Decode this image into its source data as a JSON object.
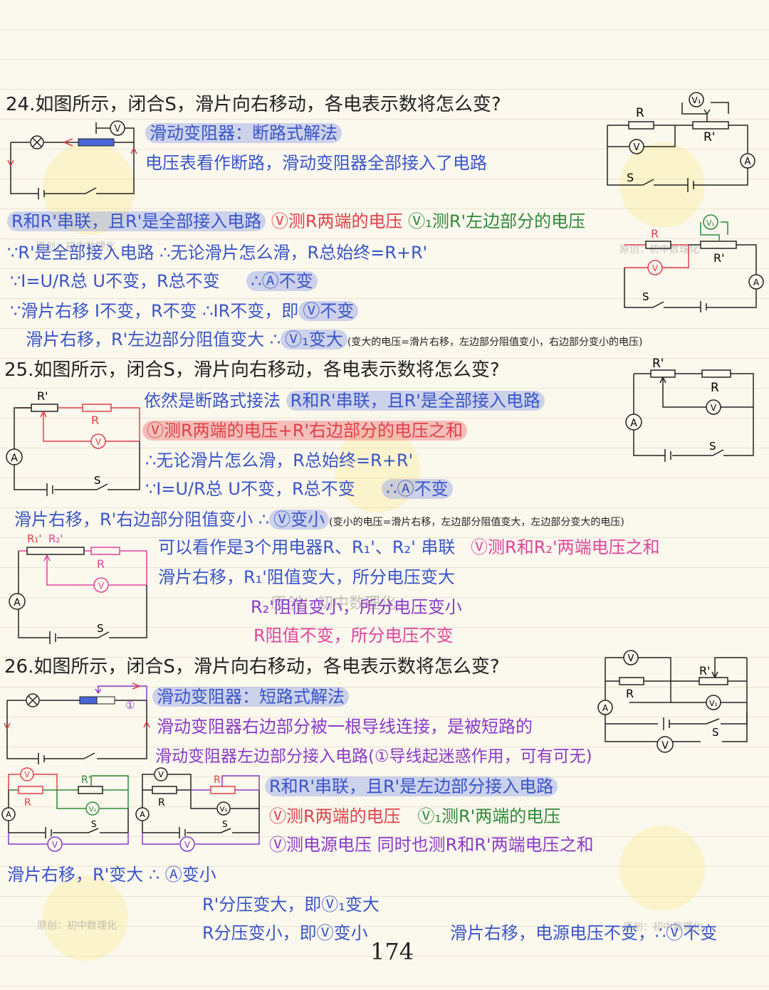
{
  "page_number": "174",
  "watermarks": [
    "原创：初中数理化",
    "原创：初中数理化",
    "原创：初中数理化",
    "原创：初中数理化",
    "原创：初中数理化"
  ],
  "q24": {
    "title": "24.如图所示，闭合S，滑片向右移动，各电表示数将怎么变?",
    "l1": "滑动变阻器：断路式解法",
    "l2": "电压表看作断路，滑动变阻器全部接入了电路",
    "l3a": "R和R'串联，且R'是全部接入电路",
    "l3b": "Ⓥ测R两端的电压",
    "l3c": "Ⓥ₁测R'左边部分的电压",
    "l4": "∵R'是全部接入电路  ∴无论滑片怎么滑，R总始终=R+R'",
    "l5a": "∵I=U/R总  U不变，R总不变",
    "l5b": "∴Ⓐ不变",
    "l6a": "∵滑片右移 I不变，R不变  ∴IR不变，即",
    "l6b": "Ⓥ不变",
    "l7a": "滑片右移，R'左边部分阻值变大  ∴",
    "l7b": "Ⓥ₁变大",
    "l7c": "(变大的电压=滑片右移，左边部分阻值变小，右边部分变小的电压)"
  },
  "q25": {
    "title": "25.如图所示，闭合S，滑片向右移动，各电表示数将怎么变?",
    "l1a": "依然是断路式接法",
    "l1b": "R和R'串联，且R'是全部接入电路",
    "l2": "Ⓥ测R两端的电压+R'右边部分的电压之和",
    "l3": "∴无论滑片怎么滑，R总始终=R+R'",
    "l4a": "∵I=U/R总  U不变，R总不变",
    "l4b": "∴Ⓐ不变",
    "l5a": "滑片右移，R'右边部分阻值变小  ∴",
    "l5b": "Ⓥ变小",
    "l5c": "(变小的电压=滑片右移，左边部分阻值变大，左边部分变大的电压)",
    "l6a": "可以看作是3个用电器R、R₁'、R₂' 串联",
    "l6b": "Ⓥ测R和R₂'两端电压之和",
    "l7": "滑片右移，R₁'阻值变大，所分电压变大",
    "l8": "R₂'阻值变小，所分电压变小",
    "l9": "R阻值不变，所分电压不变"
  },
  "q26": {
    "title": "26.如图所示，闭合S，滑片向右移动，各电表示数将怎么变?",
    "l1": "滑动变阻器：短路式解法",
    "l2": "滑动变阻器右边部分被一根导线连接，是被短路的",
    "l3": "滑动变阻器左边部分接入电路(①导线起迷惑作用，可有可无)",
    "l4": "R和R'串联，且R'是左边部分接入电路",
    "l5a": "Ⓥ测R两端的电压",
    "l5b": "Ⓥ₁测R'两端的电压",
    "l6": "Ⓥ测电源电压  同时也测R和R'两端电压之和",
    "l7": "滑片右移，R'变大  ∴ Ⓐ变小",
    "l8": "R'分压变大，即Ⓥ₁变大",
    "l9": "R分压变小，即Ⓥ变小",
    "l10": "滑片右移，电源电压不变，∴Ⓥ不变"
  },
  "labels": {
    "V": "V",
    "V1": "V₁",
    "A": "A",
    "R": "R",
    "Rp": "R'",
    "S": "S",
    "R1p": "R₁'",
    "R2p": "R₂'",
    "one": "①"
  },
  "colors": {
    "blue": "#3a55c8",
    "red": "#e0404a",
    "green": "#2f8a3b",
    "pink": "#e0459a",
    "purple": "#8a3ac8"
  }
}
